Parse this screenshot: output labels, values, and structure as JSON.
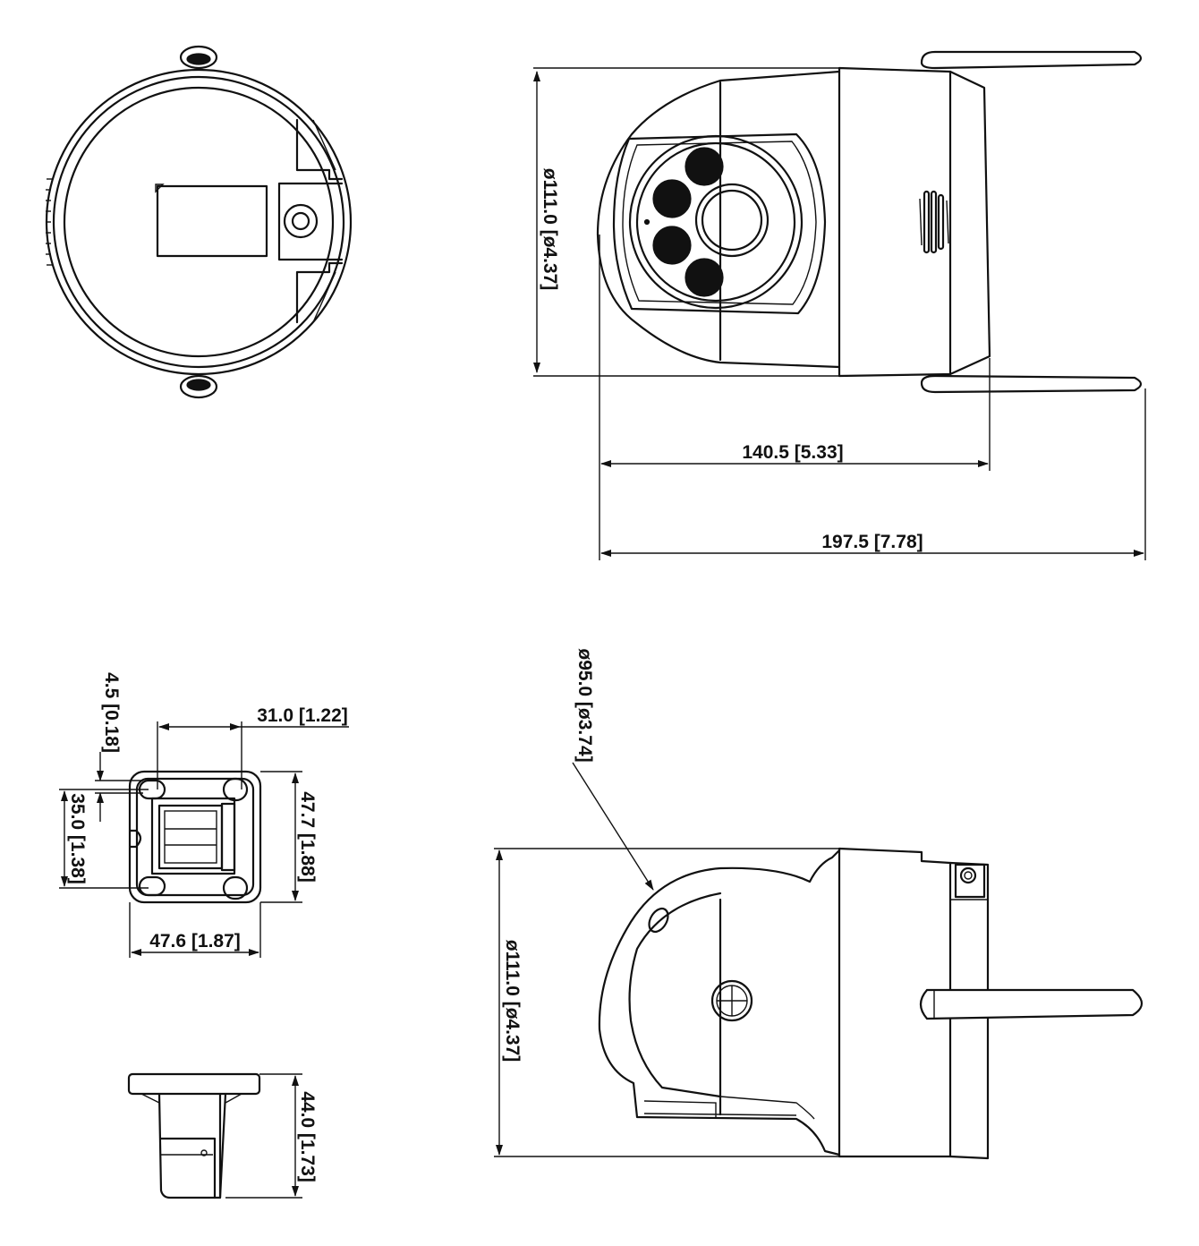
{
  "colors": {
    "line": "#111111",
    "background": "#ffffff"
  },
  "dimensions": {
    "front_height": "ø111.0 [ø4.37]",
    "front_body_depth": "140.5 [5.33]",
    "front_total_depth": "197.5 [7.78]",
    "bracket_edge_offset": "4.5 [0.18]",
    "bracket_hole_span_x": "31.0 [1.22]",
    "bracket_hole_span_y": "35.0 [1.38]",
    "bracket_height": "47.7 [1.88]",
    "bracket_width": "47.6 [1.87]",
    "side_dome_diameter": "ø95.0 [ø3.74]",
    "side_height": "ø111.0 [ø4.37]",
    "bracket_depth": "44.0 [1.73]"
  }
}
